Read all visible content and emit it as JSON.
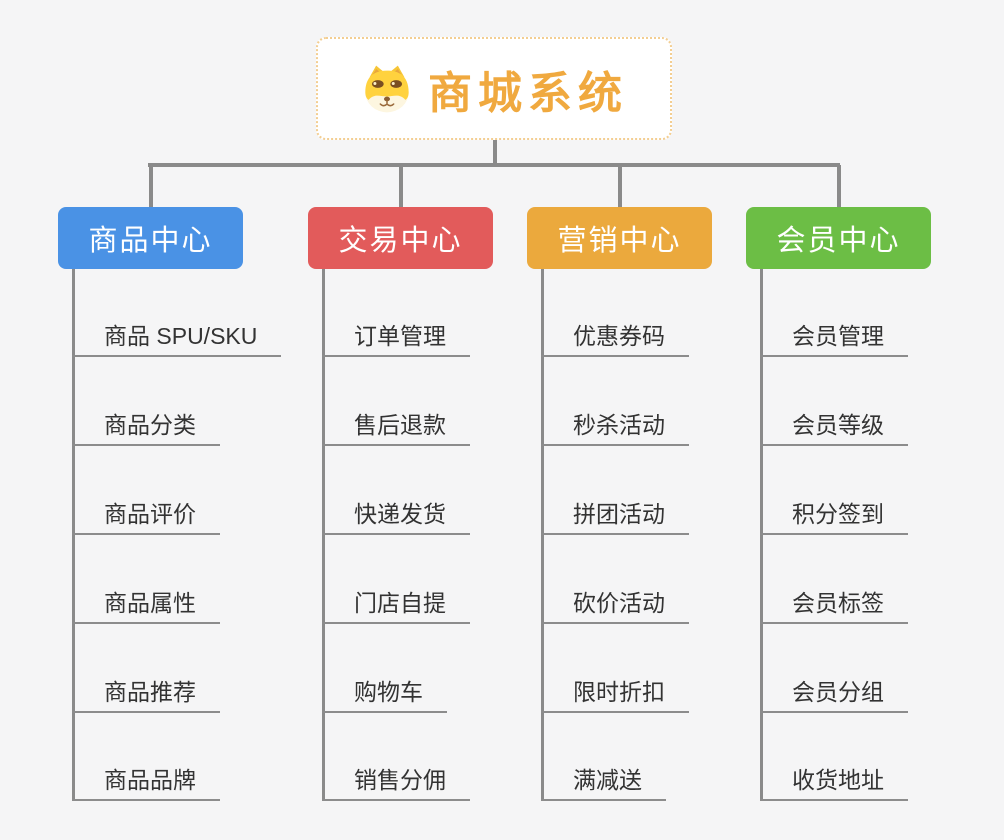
{
  "page": {
    "background": "#F5F5F6"
  },
  "root": {
    "title": "商城系统",
    "icon": "doge-icon",
    "text_color": "#F0A93F",
    "border_color": "#F3CE92",
    "background": "#FFFFFF"
  },
  "connector_color": "#8A8A8A",
  "leaf_style": {
    "text_color": "#333333",
    "underline_color": "#8C8C8C"
  },
  "branches": [
    {
      "label": "商品中心",
      "color": "#4A92E5",
      "children": [
        "商品 SPU/SKU",
        "商品分类",
        "商品评价",
        "商品属性",
        "商品推荐",
        "商品品牌"
      ]
    },
    {
      "label": "交易中心",
      "color": "#E25B5B",
      "children": [
        "订单管理",
        "售后退款",
        "快递发货",
        "门店自提",
        "购物车",
        "销售分佣"
      ]
    },
    {
      "label": "营销中心",
      "color": "#EBA93D",
      "children": [
        "优惠券码",
        "秒杀活动",
        "拼团活动",
        "砍价活动",
        "限时折扣",
        "满减送"
      ]
    },
    {
      "label": "会员中心",
      "color": "#6CBE45",
      "children": [
        "会员管理",
        "会员等级",
        "积分签到",
        "会员标签",
        "会员分组",
        "收货地址"
      ]
    }
  ]
}
